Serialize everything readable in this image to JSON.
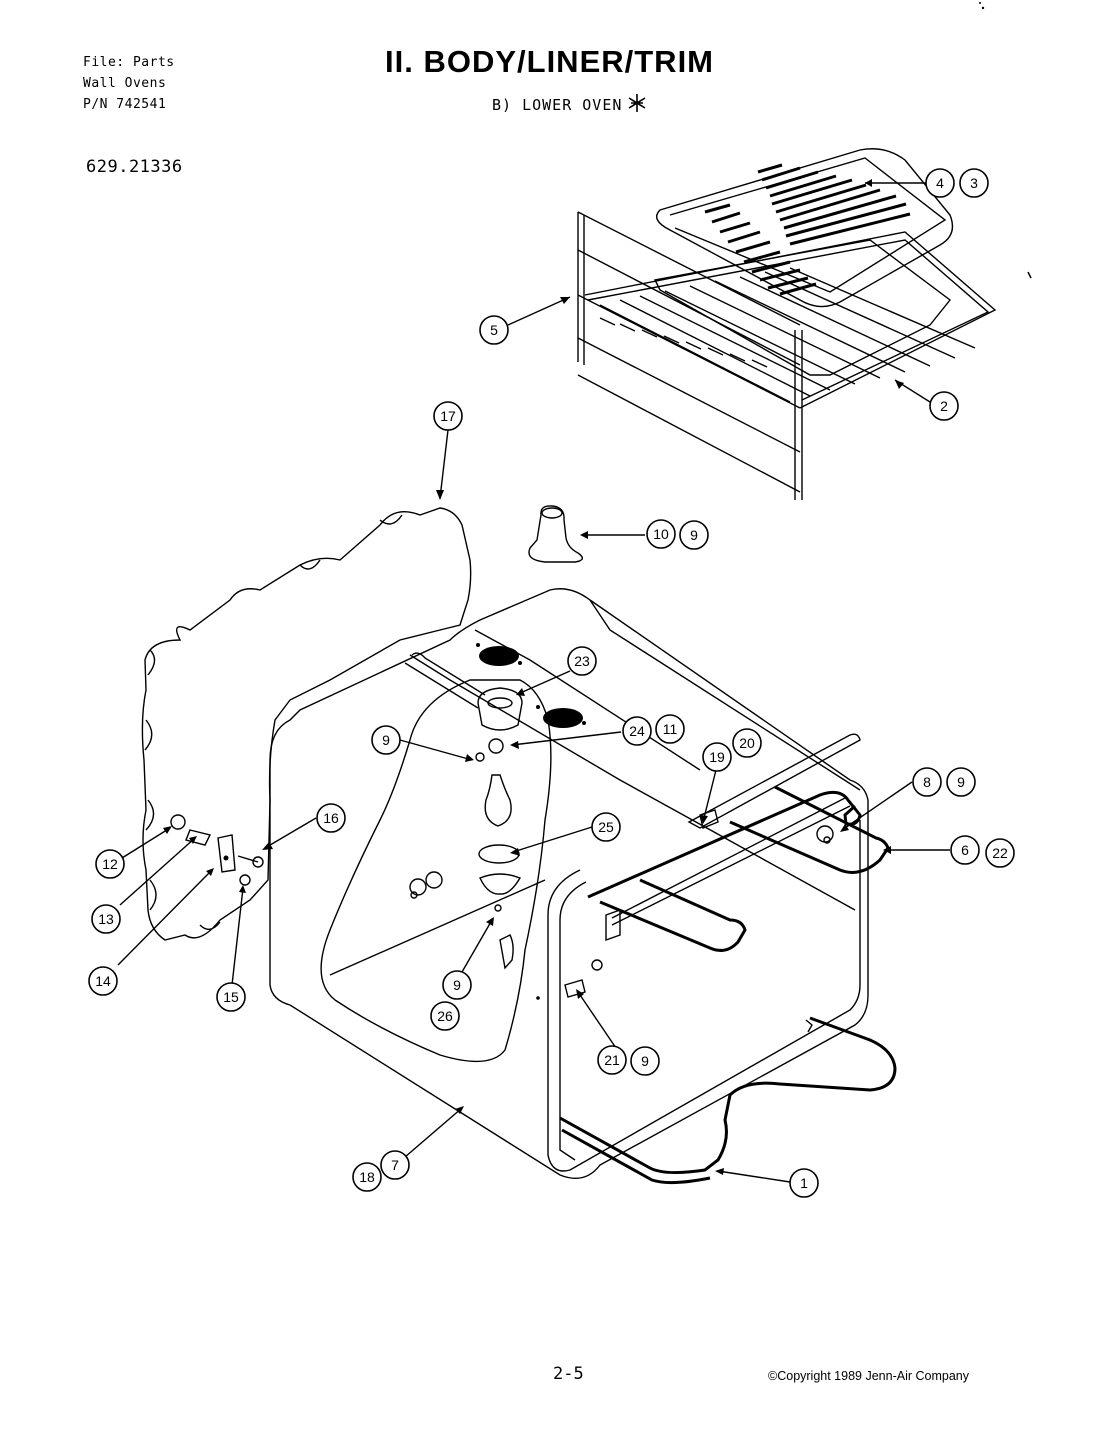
{
  "header": {
    "file_lines": [
      "File: Parts",
      "Wall Ovens",
      "P/N 742541"
    ],
    "model_number": "629.21336",
    "title": "II. BODY/LINER/TRIM",
    "subtitle": "B) LOWER OVEN"
  },
  "footer": {
    "page_number": "2-5",
    "copyright": "©Copyright 1989 Jenn-Air Company"
  },
  "callouts": {
    "c1": "1",
    "c2": "2",
    "c3": "3",
    "c4": "4",
    "c5": "5",
    "c6": "6",
    "c7": "7",
    "c8": "8",
    "c9a": "9",
    "c9b": "9",
    "c9c": "9",
    "c9d": "9",
    "c9e": "9",
    "c10": "10",
    "c11": "11",
    "c12": "12",
    "c13": "13",
    "c14": "14",
    "c15": "15",
    "c16": "16",
    "c17": "17",
    "c18": "18",
    "c19": "19",
    "c20": "20",
    "c21": "21",
    "c22": "22",
    "c23": "23",
    "c24": "24",
    "c25": "25",
    "c26": "26"
  }
}
